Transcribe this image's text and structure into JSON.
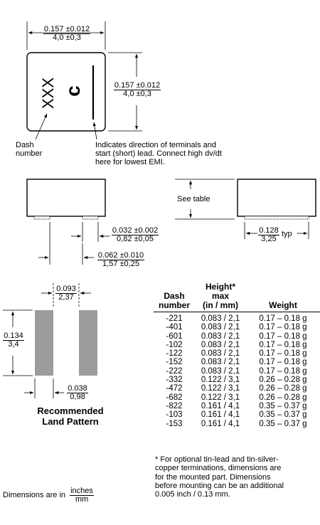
{
  "top_view": {
    "width_in": "0.157 ±0.012",
    "width_mm": "4,0 ±0,3",
    "height_in": "0.157 ±0.012",
    "height_mm": "4,0 ±0,3",
    "marking_xxx": "XXX",
    "marking_c": "c",
    "dash_label": "Dash\nnumber",
    "note": "Indicates direction of terminals and\nstart (short) lead. Connect high dv/dt\nhere for lowest EMI."
  },
  "side_view": {
    "lead_in": "0.032 ±0.002",
    "lead_mm": "0,82 ±0,05",
    "span_in": "0.062 ±0.010",
    "span_mm": "1,57 ±0,25",
    "see_table": "See table",
    "pitch_in": "0.128",
    "pitch_mm": "3,25",
    "pitch_suffix": "typ"
  },
  "land_pattern": {
    "gap_in": "0.093",
    "gap_mm": "2,37",
    "height_in": "0.134",
    "height_mm": "3,4",
    "pad_in": "0.038",
    "pad_mm": "0,98",
    "title_line1": "Recommended",
    "title_line2": "Land Pattern"
  },
  "table": {
    "headers": {
      "dash": "Dash\nnumber",
      "height_line1": "Height*",
      "height_line2": "max",
      "height_line3": "(in / mm)",
      "weight": "Weight"
    },
    "rows": [
      {
        "dash": "-221",
        "height": "0.083 / 2,1",
        "weight": "0.17 – 0.18 g"
      },
      {
        "dash": "-401",
        "height": "0.083 / 2,1",
        "weight": "0.17 – 0.18 g"
      },
      {
        "dash": "-601",
        "height": "0.083 / 2,1",
        "weight": "0.17 – 0.18 g"
      },
      {
        "dash": "-102",
        "height": "0.083 / 2,1",
        "weight": "0.17 – 0.18 g"
      },
      {
        "dash": "-122",
        "height": "0.083 / 2,1",
        "weight": "0.17 – 0.18 g"
      },
      {
        "dash": "-152",
        "height": "0.083 / 2,1",
        "weight": "0.17 – 0.18 g"
      },
      {
        "dash": "-222",
        "height": "0.083 / 2,1",
        "weight": "0.17 – 0.18 g"
      },
      {
        "dash": "-332",
        "height": "0.122 / 3,1",
        "weight": "0.26 – 0.28 g"
      },
      {
        "dash": "-472",
        "height": "0.122 / 3,1",
        "weight": "0.26 – 0.28 g"
      },
      {
        "dash": "-682",
        "height": "0.122 / 3,1",
        "weight": "0.26 – 0.28 g"
      },
      {
        "dash": "-822",
        "height": "0.161 / 4,1",
        "weight": "0.35 – 0.37 g"
      },
      {
        "dash": "-103",
        "height": "0.161 / 4,1",
        "weight": "0.35 – 0.37 g"
      },
      {
        "dash": "-153",
        "height": "0.161 / 4,1",
        "weight": "0.35 – 0.37 g"
      }
    ]
  },
  "footnote": "* For optional tin-lead and tin-silver-\ncopper terminations, dimensions are\nfor the mounted part. Dimensions\nbefore mounting can be an additional\n0.005 inch / 0.13 mm.",
  "units_note": {
    "prefix": "Dimensions are in",
    "top": "inches",
    "bottom": "mm"
  }
}
